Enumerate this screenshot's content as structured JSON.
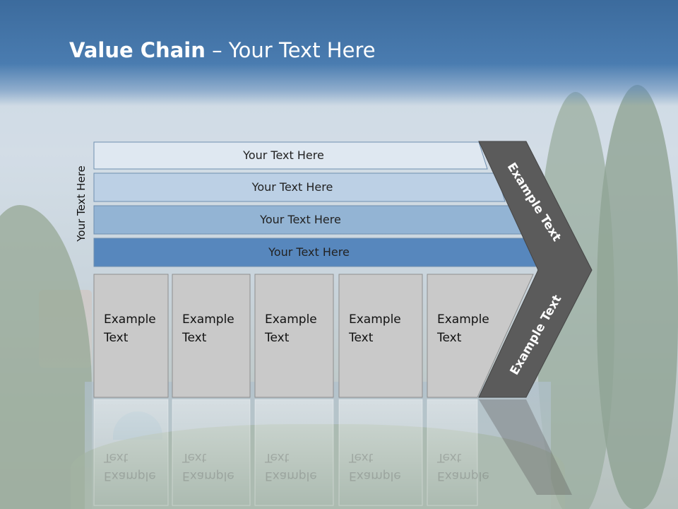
{
  "title": {
    "bold": "Value Chain",
    "rest": " – Your Text Here"
  },
  "side_label": "Your Text Here",
  "bars": [
    {
      "label": "Your Text Here",
      "color": "#dfe8f1"
    },
    {
      "label": "Your Text Here",
      "color": "#bcd0e5"
    },
    {
      "label": "Your Text Here",
      "color": "#93b4d4"
    },
    {
      "label": "Your Text Here",
      "color": "#5787bd"
    }
  ],
  "boxes": [
    {
      "line1": "Example",
      "line2": "Text"
    },
    {
      "line1": "Example",
      "line2": "Text"
    },
    {
      "line1": "Example",
      "line2": "Text"
    },
    {
      "line1": "Example",
      "line2": "Text"
    },
    {
      "line1": "Example",
      "line2": "Text"
    }
  ],
  "chevron": {
    "upper_label": "Example Text",
    "lower_label": "Example Text",
    "color": "#5b5b5b"
  },
  "colors": {
    "header": "#3c6b9d",
    "box_fill": "#c9c9c9",
    "box_border": "#8e8e8e"
  }
}
